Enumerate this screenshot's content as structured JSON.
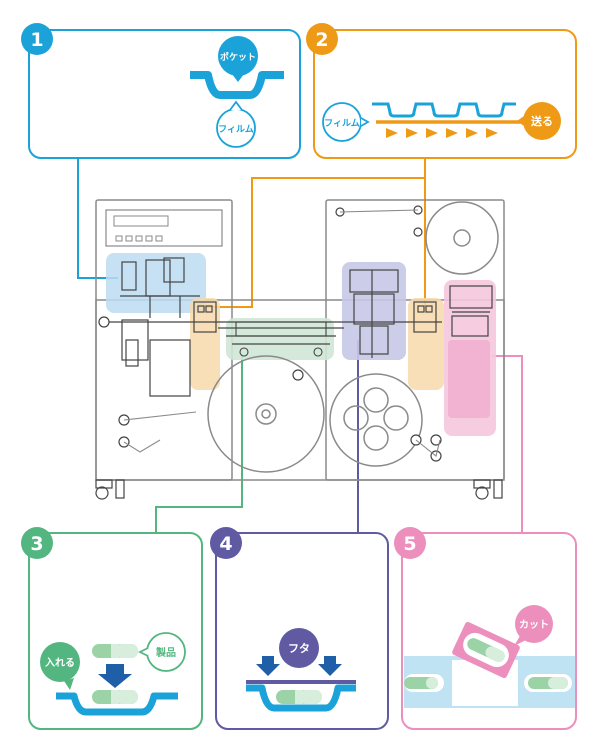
{
  "colors": {
    "blue": "#1ba3d9",
    "orange": "#ef9a16",
    "green": "#53b680",
    "purple": "#5f5aa2",
    "pink": "#ec8fbd",
    "machine_line": "#8a8a8a",
    "film_blue": "#2aa0d8",
    "dark_blue": "#1f5fa8",
    "capsule_green": "#9bd3a7"
  },
  "steps": [
    {
      "number": "1",
      "callouts": [
        "ポケット",
        "フィルム"
      ]
    },
    {
      "number": "2",
      "callouts": [
        "フィルム",
        "送る"
      ]
    },
    {
      "number": "3",
      "callouts": [
        "入れる",
        "製品"
      ]
    },
    {
      "number": "4",
      "callouts": [
        "フタ"
      ]
    },
    {
      "number": "5",
      "callouts": [
        "カット"
      ]
    }
  ]
}
